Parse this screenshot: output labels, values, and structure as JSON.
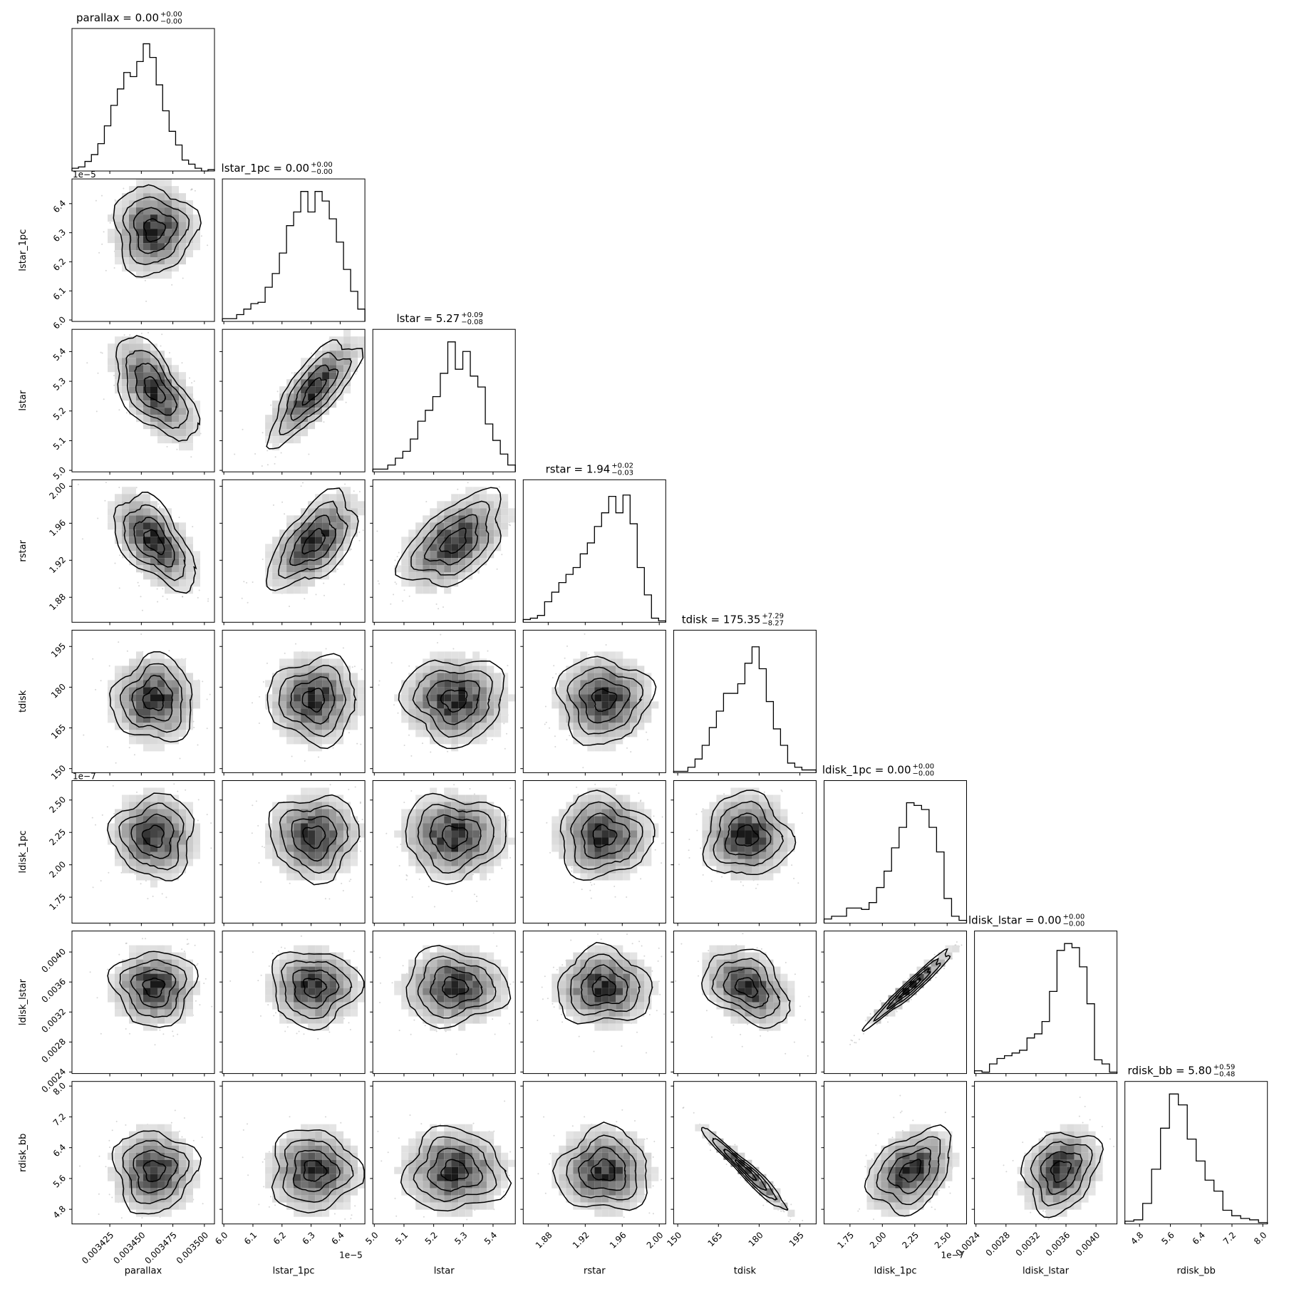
{
  "chart_data": {
    "type": "corner",
    "variables": [
      {
        "name": "parallax",
        "title_label": "parallax = 0.00",
        "err_plus": "+0.00",
        "err_minus": "−0.00",
        "range": [
          0.003395,
          0.003508
        ],
        "ticks": [
          0.003425,
          0.00345,
          0.003475,
          0.0035
        ],
        "tick_labels": [
          "0.003425",
          "0.003450",
          "0.003475",
          "0.003500"
        ],
        "offset": "",
        "center": 0.00346,
        "sigma": 1.6e-05,
        "hist": [
          0.02,
          0.03,
          0.07,
          0.12,
          0.2,
          0.33,
          0.48,
          0.6,
          0.72,
          0.69,
          0.8,
          0.93,
          0.83,
          0.63,
          0.44,
          0.29,
          0.19,
          0.08,
          0.05,
          0.02,
          0.0,
          0.01
        ]
      },
      {
        "name": "lstar_1pc",
        "title_label": "lstar_1pc = 0.00",
        "err_plus": "+0.00",
        "err_minus": "−0.00",
        "range": [
          5.995,
          6.485
        ],
        "ticks": [
          6.0,
          6.1,
          6.2,
          6.3,
          6.4
        ],
        "tick_labels": [
          "6.0",
          "6.1",
          "6.2",
          "6.3",
          "6.4"
        ],
        "offset": "1e−5",
        "center": 6.31,
        "sigma": 0.075,
        "hist": [
          0.02,
          0.02,
          0.05,
          0.09,
          0.13,
          0.14,
          0.25,
          0.35,
          0.5,
          0.7,
          0.8,
          0.95,
          0.8,
          0.95,
          0.88,
          0.75,
          0.58,
          0.38,
          0.22,
          0.09
        ]
      },
      {
        "name": "lstar",
        "title_label": "lstar = 5.27",
        "err_plus": "+0.09",
        "err_minus": "−0.08",
        "range": [
          4.995,
          5.475
        ],
        "ticks": [
          5.0,
          5.1,
          5.2,
          5.3,
          5.4
        ],
        "tick_labels": [
          "5.0",
          "5.1",
          "5.2",
          "5.3",
          "5.4"
        ],
        "offset": "",
        "center": 5.27,
        "sigma": 0.085,
        "hist": [
          0.02,
          0.02,
          0.05,
          0.1,
          0.15,
          0.24,
          0.37,
          0.45,
          0.55,
          0.72,
          0.95,
          0.75,
          0.88,
          0.7,
          0.62,
          0.35,
          0.23,
          0.13,
          0.05
        ]
      },
      {
        "name": "rstar",
        "title_label": "rstar = 1.94",
        "err_plus": "+0.02",
        "err_minus": "−0.03",
        "range": [
          1.853,
          2.007
        ],
        "ticks": [
          1.88,
          1.92,
          1.96,
          2.0
        ],
        "tick_labels": [
          "1.88",
          "1.92",
          "1.96",
          "2.00"
        ],
        "offset": "",
        "center": 1.94,
        "sigma": 0.025,
        "hist": [
          0.02,
          0.03,
          0.05,
          0.15,
          0.22,
          0.29,
          0.35,
          0.4,
          0.5,
          0.58,
          0.7,
          0.8,
          0.92,
          0.8,
          0.93,
          0.72,
          0.4,
          0.2,
          0.03,
          0.01
        ]
      },
      {
        "name": "tdisk",
        "title_label": "tdisk = 175.35",
        "err_plus": "+7.29",
        "err_minus": "−8.27",
        "range": [
          148.5,
          201
        ],
        "ticks": [
          150,
          165,
          180,
          195
        ],
        "tick_labels": [
          "150",
          "165",
          "180",
          "195"
        ],
        "offset": "",
        "center": 175.35,
        "sigma": 7.8,
        "hist": [
          0.01,
          0.01,
          0.04,
          0.1,
          0.2,
          0.33,
          0.45,
          0.58,
          0.58,
          0.65,
          0.8,
          0.92,
          0.76,
          0.52,
          0.32,
          0.2,
          0.07,
          0.04,
          0.02,
          0.02
        ]
      },
      {
        "name": "ldisk_1pc",
        "title_label": "ldisk_1pc = 0.00",
        "err_plus": "+0.00",
        "err_minus": "−0.00",
        "range": [
          1.55,
          2.65
        ],
        "ticks": [
          1.75,
          2.0,
          2.25,
          2.5
        ],
        "tick_labels": [
          "1.75",
          "2.00",
          "2.25",
          "2.50"
        ],
        "offset": "1e−7",
        "center": 2.22,
        "sigma": 0.16,
        "hist": [
          0.03,
          0.05,
          0.05,
          0.11,
          0.11,
          0.1,
          0.15,
          0.26,
          0.38,
          0.55,
          0.7,
          0.88,
          0.86,
          0.83,
          0.7,
          0.52,
          0.18,
          0.05,
          0.02
        ]
      },
      {
        "name": "ldisk_lstar",
        "title_label": "ldisk_lstar = 0.00",
        "err_plus": "+0.00",
        "err_minus": "−0.00",
        "range": [
          0.00238,
          0.00428
        ],
        "ticks": [
          0.0024,
          0.0028,
          0.0032,
          0.0036,
          0.004
        ],
        "tick_labels": [
          "0.0024",
          "0.0028",
          "0.0032",
          "0.0036",
          "0.0040"
        ],
        "offset": "",
        "center": 0.00353,
        "sigma": 0.00025,
        "hist": [
          0.02,
          0.01,
          0.07,
          0.11,
          0.13,
          0.15,
          0.17,
          0.26,
          0.29,
          0.38,
          0.6,
          0.9,
          0.95,
          0.92,
          0.78,
          0.51,
          0.1,
          0.07,
          0.01
        ]
      },
      {
        "name": "rdisk_bb",
        "title_label": "rdisk_bb = 5.80",
        "err_plus": "+0.59",
        "err_minus": "−0.48",
        "range": [
          4.42,
          8.12
        ],
        "ticks": [
          4.8,
          5.6,
          6.4,
          7.2,
          8.0
        ],
        "tick_labels": [
          "4.8",
          "5.6",
          "6.4",
          "7.2",
          "8.0"
        ],
        "offset": "",
        "center": 5.8,
        "sigma": 0.53,
        "hist": [
          0.02,
          0.03,
          0.15,
          0.4,
          0.7,
          0.95,
          0.87,
          0.62,
          0.46,
          0.32,
          0.24,
          0.1,
          0.06,
          0.04,
          0.03,
          0.01
        ]
      }
    ],
    "correlations": [
      [
        1,
        0,
        -0.6,
        -0.55,
        0,
        0,
        0,
        0
      ],
      [
        0,
        1,
        0.75,
        0.55,
        0,
        0,
        0,
        0
      ],
      [
        -0.6,
        0.75,
        1,
        0.5,
        0,
        0,
        0,
        0
      ],
      [
        -0.55,
        0.55,
        0.5,
        1,
        0,
        0,
        0,
        0
      ],
      [
        0,
        0,
        0,
        0,
        1,
        0,
        -0.35,
        -0.97
      ],
      [
        0,
        0,
        0,
        0,
        0,
        1,
        0.97,
        0.35
      ],
      [
        0,
        0,
        0,
        0,
        -0.35,
        0.97,
        1,
        0.2
      ],
      [
        0,
        0,
        0,
        0,
        -0.97,
        0.35,
        0.2,
        1
      ]
    ],
    "contour_levels": [
      "39%",
      "86%",
      "99%"
    ],
    "colors": {
      "line": "#000000",
      "density_dark": "#111111",
      "points": "#888888",
      "background": "#ffffff"
    },
    "grid": false,
    "legend": "none"
  }
}
